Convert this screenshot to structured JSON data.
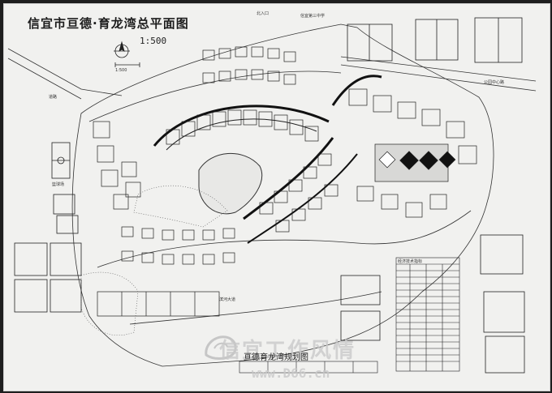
{
  "plan": {
    "title": "信宜市亘德·育龙湾总平面图",
    "scale": "1:500",
    "scale_bar": "1:500"
  },
  "labels": {
    "north_road": "北入口",
    "school": "信宜第三中学",
    "road_right_top": "公园中心路",
    "road_left": "道路",
    "road_bottom": "滨河大道",
    "basketball": "篮球场"
  },
  "table": {
    "header": "经济技术指标"
  },
  "legend": {
    "caption": "亘德育龙湾规划图"
  },
  "watermark": {
    "cn": "信宜工作风情",
    "en": "www.D66.cn"
  },
  "colors": {
    "paper": "#f1f1ef",
    "ink": "#1c1c1c",
    "thick_line": "#111111"
  }
}
